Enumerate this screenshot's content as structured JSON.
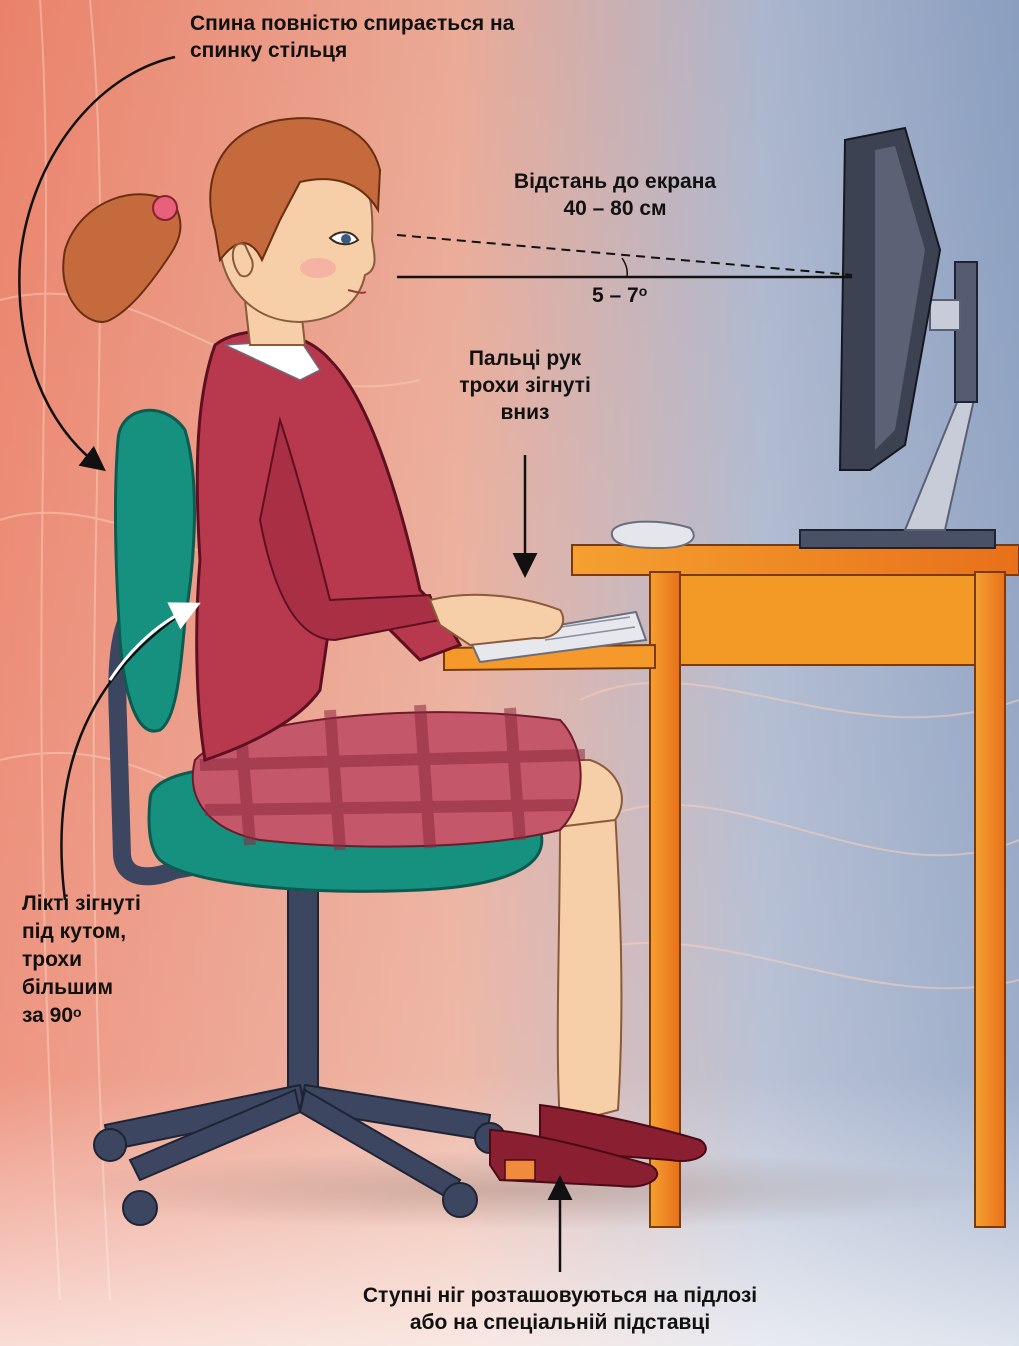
{
  "labels": {
    "back": [
      "Спина повністю спирається на",
      "спинку стільця"
    ],
    "distance": [
      "Відстань до екрана",
      "40 – 80 см"
    ],
    "angle": {
      "text": "5 – 7",
      "sup": "о"
    },
    "fingers": [
      "Пальці рук",
      "трохи зігнуті",
      "вниз"
    ],
    "elbows": {
      "lines": [
        "Лікті зігнуті",
        "під кутом,",
        "трохи",
        "більшим"
      ],
      "last": "за 90",
      "sup": "о"
    },
    "feet": [
      "Ступні ніг розташовуються на підлозі",
      "або на спеціальній підставці"
    ]
  },
  "colors": {
    "background_warm": "#e8745a",
    "background_cool": "#7d93b8",
    "chair": "#17917f",
    "chair_frame": "#3c4660",
    "jacket": "#b8394e",
    "skirt": "#c4586a",
    "hair": "#c46a3c",
    "skin": "#f6cfa8",
    "desk": "#f08a1c",
    "monitor": "#3d4252",
    "shoes": "#8a1f32"
  }
}
